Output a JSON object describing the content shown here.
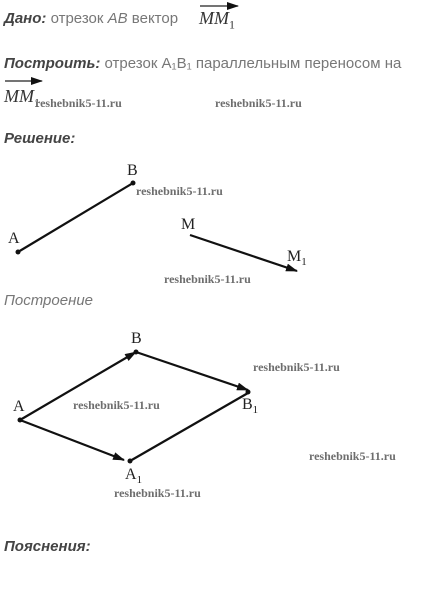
{
  "given": {
    "label": "Дано:",
    "text_1": "отрезок",
    "segment": "AB",
    "text_2": "вектор",
    "vector": "MM",
    "vector_sub": "1"
  },
  "construct": {
    "label": "Построить:",
    "text": "отрезок A₁B₁ параллельным переносом на",
    "vector": "MM",
    "vector_sub": "1"
  },
  "solution": {
    "label": "Решение:"
  },
  "construction": {
    "label": "Построение"
  },
  "explanation": {
    "label": "Пояснения:"
  },
  "points": {
    "a": "A",
    "b": "B",
    "m": "M",
    "m1": "M",
    "m1_sub": "1",
    "a2": "A",
    "b2": "B",
    "b1": "B",
    "b1_sub": "1",
    "a1": "A",
    "a1_sub": "1"
  },
  "watermark": "reshebnik5-11.ru"
}
